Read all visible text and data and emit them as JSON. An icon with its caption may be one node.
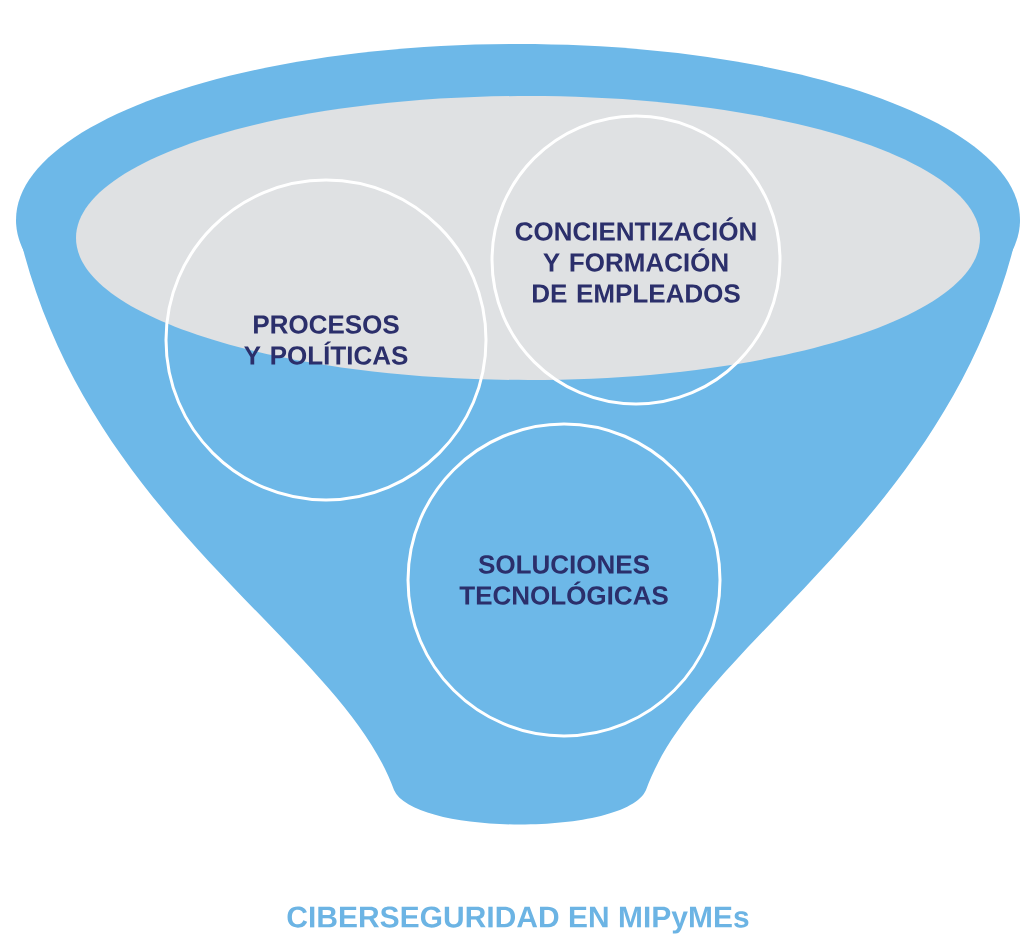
{
  "diagram": {
    "title": "CIBERSEGURIDAD EN MIPyMEs",
    "nodes": [
      {
        "text": [
          "PROCESOS Y POLÍTICAS"
        ]
      },
      {
        "text": [
          "CONCIENTIZACIÓN Y FORMACIÓN DE EMPLEADOS"
        ]
      },
      {
        "text": [
          "SOLUCIONES TECNOLÓGICAS"
        ]
      }
    ],
    "edges": []
  }
}
